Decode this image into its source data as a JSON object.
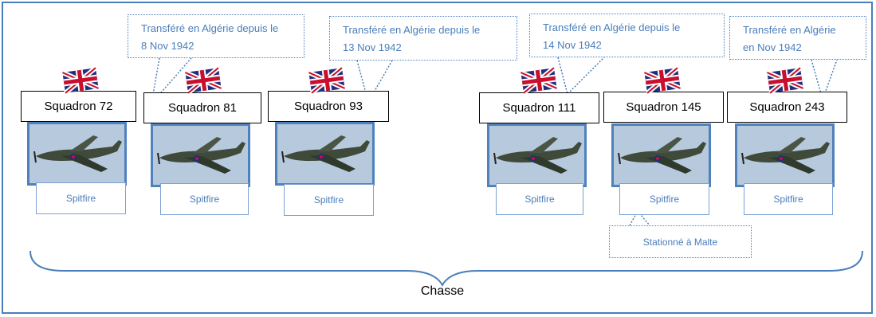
{
  "squadrons": [
    {
      "name": "Squadron 72",
      "aircraft": "Spitfire"
    },
    {
      "name": "Squadron 81",
      "aircraft": "Spitfire",
      "callout": [
        "Transféré en Algérie depuis le",
        "8 Nov 1942"
      ]
    },
    {
      "name": "Squadron 93",
      "aircraft": "Spitfire",
      "callout": [
        "Transféré en Algérie depuis le",
        "13 Nov 1942"
      ]
    },
    {
      "name": "Squadron 111",
      "aircraft": "Spitfire",
      "callout": [
        "Transféré en Algérie depuis le",
        "14 Nov 1942"
      ]
    },
    {
      "name": "Squadron 145",
      "aircraft": "Spitfire",
      "note": "Stationné à Malte"
    },
    {
      "name": "Squadron 243",
      "aircraft": "Spitfire",
      "callout": [
        "Transféré en Algérie",
        "en Nov 1942"
      ]
    }
  ],
  "group_label": "Chasse",
  "colors": {
    "accent": "#4a7ebb",
    "plane_border": "#4f81bd",
    "sky": "#b7c9dc",
    "flag_blue": "#1f2f7a",
    "flag_red": "#c8102e"
  },
  "icons": {
    "flag": "union-jack-flag-icon",
    "plane": "spitfire-plane-icon"
  }
}
